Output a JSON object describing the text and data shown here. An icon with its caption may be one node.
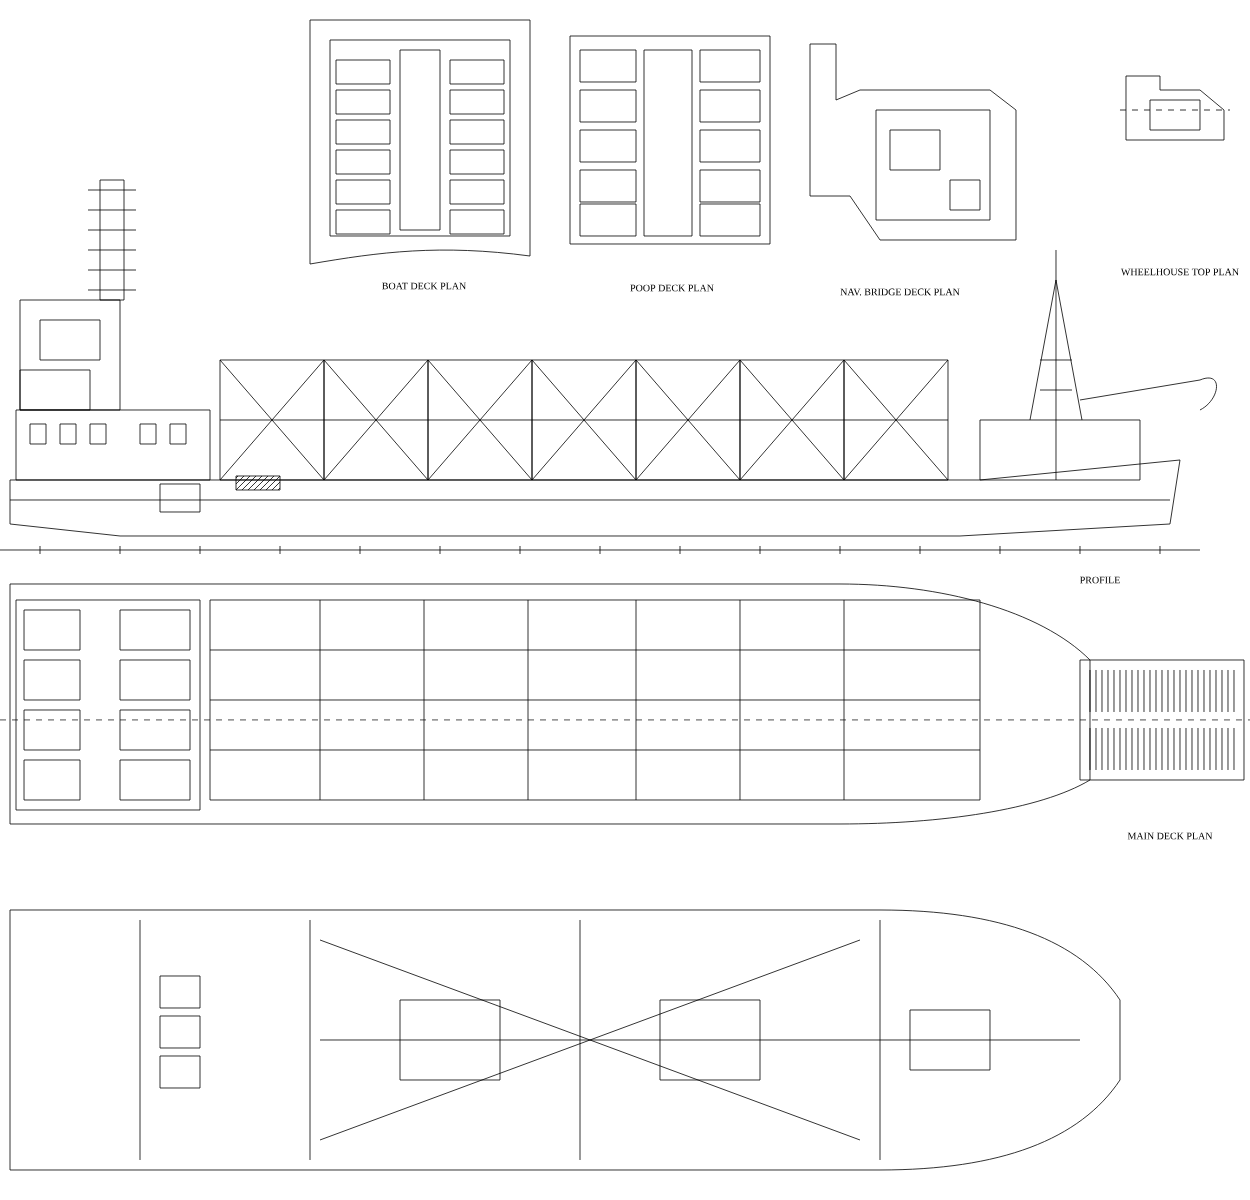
{
  "diagram": {
    "labels": [
      "BOAT DECK PLAN",
      "POOP DECK PLAN",
      "NAV. BRIDGE DECK PLAN",
      "WHEELHOUSE TOP PLAN",
      "PROFILE",
      "MAIN DECK PLAN"
    ]
  }
}
